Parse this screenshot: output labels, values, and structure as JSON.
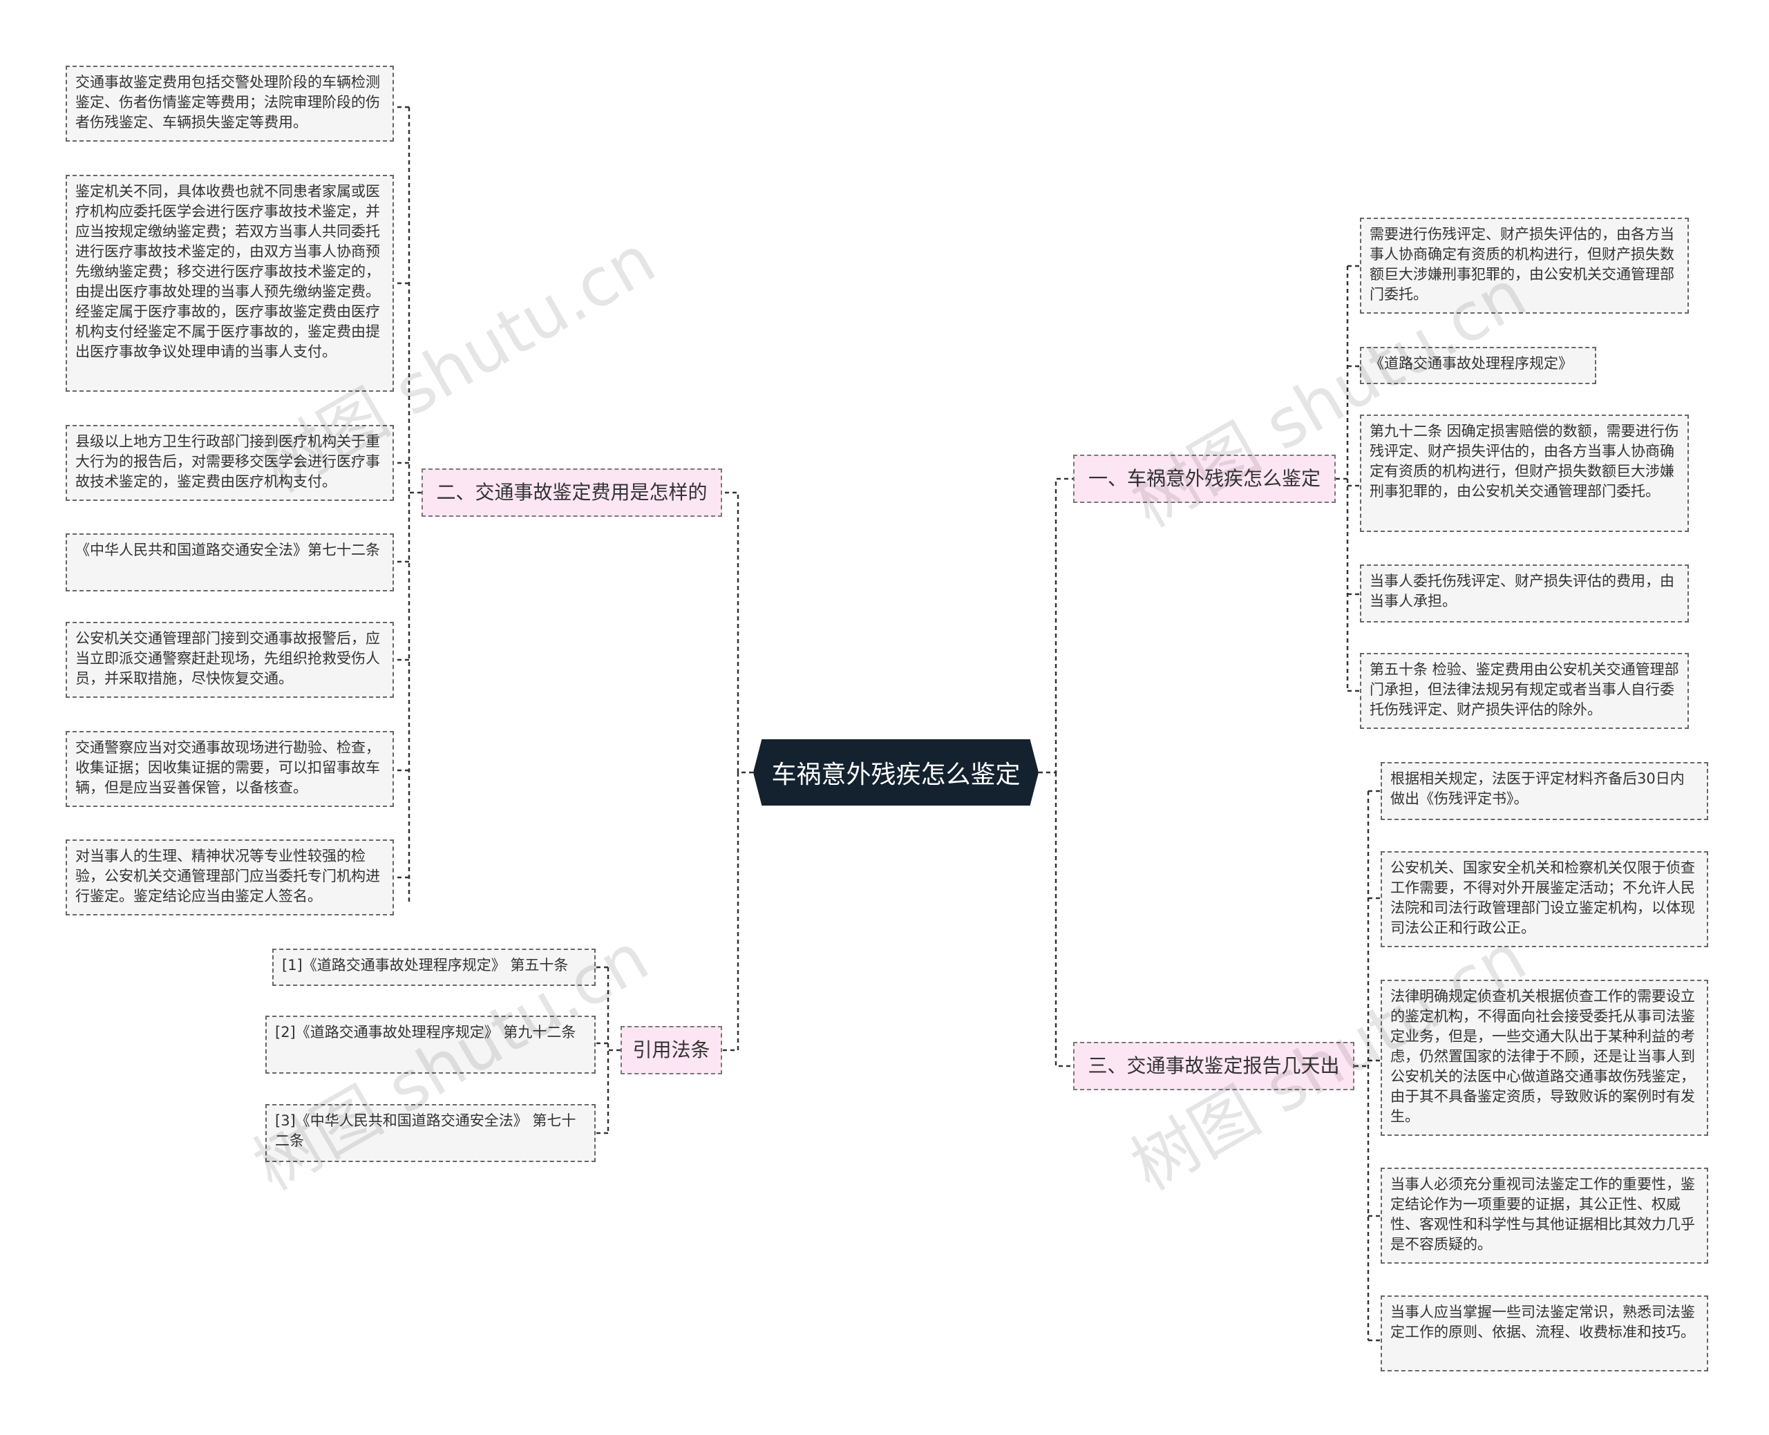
{
  "root": "车祸意外残疾怎么鉴定",
  "branches": {
    "b1": "一、车祸意外残疾怎么鉴定",
    "b2": "二、交通事故鉴定费用是怎样的",
    "b3": "三、交通事故鉴定报告几天出",
    "b4": "引用法条"
  },
  "b1_items": [
    "需要进行伤残评定、财产损失评估的，由各方当事人协商确定有资质的机构进行，但财产损失数额巨大涉嫌刑事犯罪的，由公安机关交通管理部门委托。",
    "《道路交通事故处理程序规定》",
    "第九十二条 因确定损害赔偿的数额，需要进行伤残评定、财产损失评估的，由各方当事人协商确定有资质的机构进行，但财产损失数额巨大涉嫌刑事犯罪的，由公安机关交通管理部门委托。",
    "当事人委托伤残评定、财产损失评估的费用，由当事人承担。",
    "第五十条 检验、鉴定费用由公安机关交通管理部门承担，但法律法规另有规定或者当事人自行委托伤残评定、财产损失评估的除外。"
  ],
  "b2_items": [
    "交通事故鉴定费用包括交警处理阶段的车辆检测鉴定、伤者伤情鉴定等费用；法院审理阶段的伤者伤残鉴定、车辆损失鉴定等费用。",
    "鉴定机关不同，具体收费也就不同患者家属或医疗机构应委托医学会进行医疗事故技术鉴定，并应当按规定缴纳鉴定费；若双方当事人共同委托进行医疗事故技术鉴定的，由双方当事人协商预先缴纳鉴定费；移交进行医疗事故技术鉴定的，由提出医疗事故处理的当事人预先缴纳鉴定费。经鉴定属于医疗事故的，医疗事故鉴定费由医疗机构支付经鉴定不属于医疗事故的，鉴定费由提出医疗事故争议处理申请的当事人支付。",
    "县级以上地方卫生行政部门接到医疗机构关于重大行为的报告后，对需要移交医学会进行医疗事故技术鉴定的，鉴定费由医疗机构支付。",
    "《中华人民共和国道路交通安全法》第七十二条",
    "公安机关交通管理部门接到交通事故报警后，应当立即派交通警察赶赴现场，先组织抢救受伤人员，并采取措施，尽快恢复交通。",
    "交通警察应当对交通事故现场进行勘验、检查，收集证据；因收集证据的需要，可以扣留事故车辆，但是应当妥善保管，以备核查。",
    "对当事人的生理、精神状况等专业性较强的检验，公安机关交通管理部门应当委托专门机构进行鉴定。鉴定结论应当由鉴定人签名。"
  ],
  "b3_items": [
    "根据相关规定，法医于评定材料齐备后30日内做出《伤残评定书》。",
    "公安机关、国家安全机关和检察机关仅限于侦查工作需要，不得对外开展鉴定活动；不允许人民法院和司法行政管理部门设立鉴定机构，以体现司法公正和行政公正。",
    "法律明确规定侦查机关根据侦查工作的需要设立的鉴定机构，不得面向社会接受委托从事司法鉴定业务，但是，一些交通大队出于某种利益的考虑，仍然置国家的法律于不顾，还是让当事人到公安机关的法医中心做道路交通事故伤残鉴定，由于其不具备鉴定资质，导致败诉的案例时有发生。",
    "当事人必须充分重视司法鉴定工作的重要性，鉴定结论作为一项重要的证据，其公正性、权威性、客观性和科学性与其他证据相比其效力几乎是不容质疑的。",
    "当事人应当掌握一些司法鉴定常识，熟悉司法鉴定工作的原则、依据、流程、收费标准和技巧。"
  ],
  "b4_items": [
    "[1]《道路交通事故处理程序规定》 第五十条",
    "[2]《道路交通事故处理程序规定》 第九十二条",
    "[3]《中华人民共和国道路交通安全法》 第七十二条"
  ],
  "watermark": "树图 shutu.cn",
  "colors": {
    "root_bg": "#14222f",
    "branch_bg": "#fde6f3",
    "leaf_bg": "#f5f5f5",
    "line": "#333333"
  }
}
